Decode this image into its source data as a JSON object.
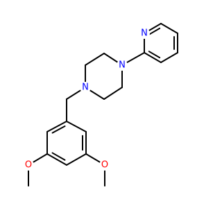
{
  "molecule": {
    "colors": {
      "bond": "#000000",
      "nitrogen": "#0000ff",
      "oxygen": "#ff0000",
      "background": "#ffffff"
    },
    "atoms": [
      {
        "id": "n_pyridine",
        "element": "N",
        "label": "N"
      },
      {
        "id": "n_piperazine_top",
        "element": "N",
        "label": "N"
      },
      {
        "id": "n_piperazine_bottom",
        "element": "N",
        "label": "N"
      },
      {
        "id": "o_methoxy_left",
        "element": "O",
        "label": "O"
      },
      {
        "id": "o_methoxy_right",
        "element": "O",
        "label": "O"
      }
    ]
  }
}
